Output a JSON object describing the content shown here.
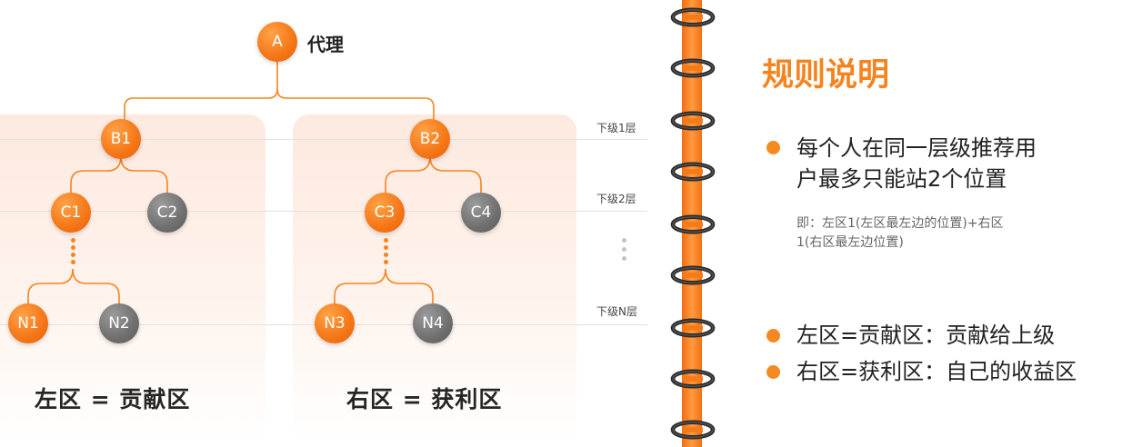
{
  "tree": {
    "root": {
      "id": "A",
      "label": "代理"
    },
    "level_labels": [
      "下级1层",
      "下级2层",
      "下级N层"
    ],
    "nodes": {
      "B1": "B1",
      "B2": "B2",
      "C1": "C1",
      "C2": "C2",
      "C3": "C3",
      "C4": "C4",
      "N1": "N1",
      "N2": "N2",
      "N3": "N3",
      "N4": "N4"
    },
    "left_zone_title": "左区  =  贡献区",
    "right_zone_title": "右区  =  获利区"
  },
  "rules": {
    "title": "规则说明",
    "rule1_line1": "每个人在同一层级推荐用",
    "rule1_line2": "户最多只能站2个位置",
    "note_line1": "即：左区1(左区最左边的位置)+右区",
    "note_line2": "1(右区最左边位置)",
    "rule2": "左区=贡献区：贡献给上级",
    "rule3": "右区=获利区：自己的收益区"
  },
  "colors": {
    "accent_orange": "#f5841f",
    "node_gray": "#6f6f6f",
    "zone_tint": "#fde9df"
  }
}
